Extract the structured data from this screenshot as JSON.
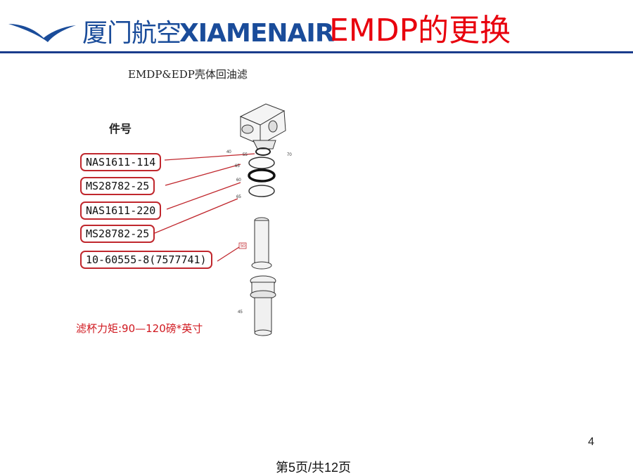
{
  "header": {
    "logo_cn": "厦门航空",
    "logo_en": "XIAMENAIR",
    "title": "EMDP的更换"
  },
  "diagram": {
    "title": "EMDP&EDP壳体回油滤",
    "part_number_label": "件号",
    "part_numbers": [
      "NAS1611-114",
      "MS28782-25",
      "NAS1611-220",
      "MS28782-25",
      "10-60555-8(7577741)"
    ],
    "item_numbers": [
      "40",
      "55",
      "70",
      "65",
      "60",
      "65",
      "50",
      "45"
    ],
    "torque_note": "滤杯力矩:90—120磅*英寸",
    "callout_color": "#c0272d"
  },
  "footer": {
    "slide_number": "4",
    "page_indicator": "第5页/共12页"
  }
}
